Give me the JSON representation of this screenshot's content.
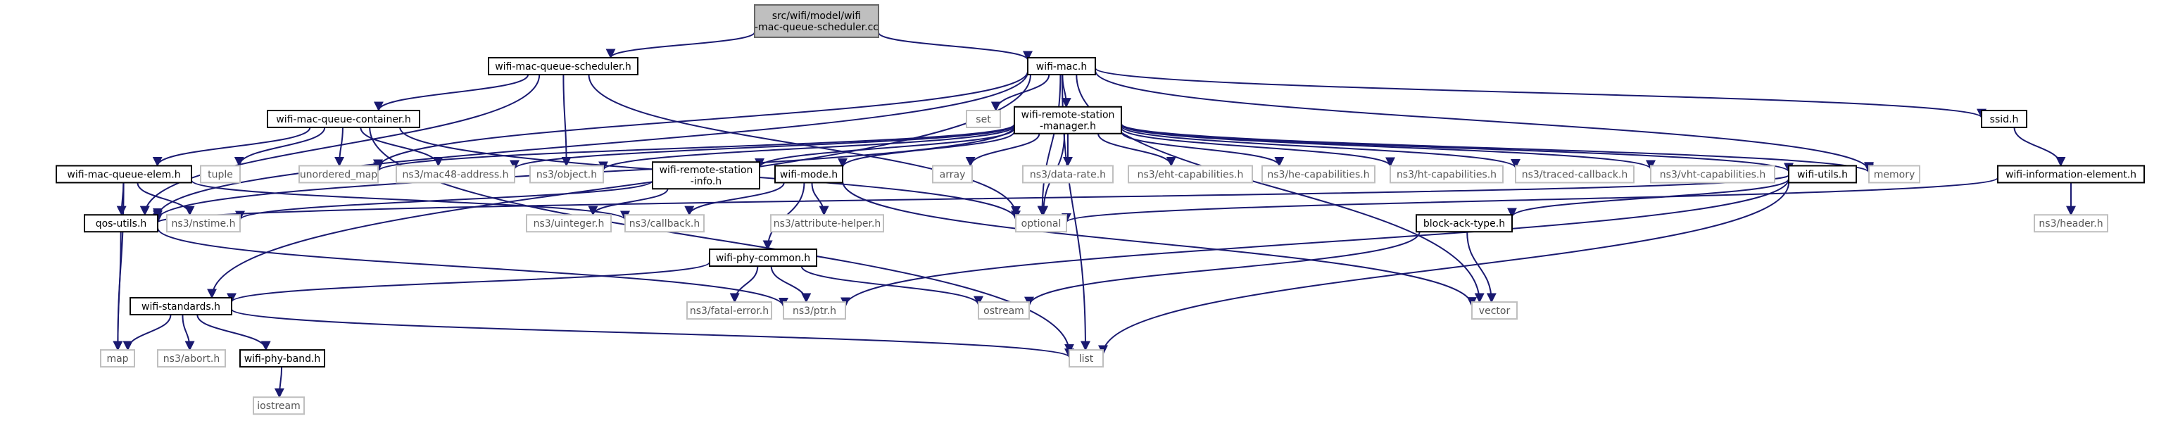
{
  "graph": {
    "edge_color": "#191970",
    "root_fill": "#bfbfbf",
    "system_border": "#bfbfbf",
    "nodes": [
      {
        "id": "root",
        "lines": [
          "src/wifi/model/wifi",
          "-mac-queue-scheduler.cc"
        ],
        "kind": "root"
      },
      {
        "id": "sched",
        "lines": [
          "wifi-mac-queue-scheduler.h"
        ],
        "kind": "header"
      },
      {
        "id": "wmac",
        "lines": [
          "wifi-mac.h"
        ],
        "kind": "header"
      },
      {
        "id": "cont",
        "lines": [
          "wifi-mac-queue-container.h"
        ],
        "kind": "header"
      },
      {
        "id": "set",
        "lines": [
          "set"
        ],
        "kind": "system"
      },
      {
        "id": "rsm",
        "lines": [
          "wifi-remote-station",
          "-manager.h"
        ],
        "kind": "header"
      },
      {
        "id": "ssid",
        "lines": [
          "ssid.h"
        ],
        "kind": "header"
      },
      {
        "id": "elem",
        "lines": [
          "wifi-mac-queue-elem.h"
        ],
        "kind": "header"
      },
      {
        "id": "tuple",
        "lines": [
          "tuple"
        ],
        "kind": "system"
      },
      {
        "id": "umap",
        "lines": [
          "unordered_map"
        ],
        "kind": "system"
      },
      {
        "id": "mac48",
        "lines": [
          "ns3/mac48-address.h"
        ],
        "kind": "system"
      },
      {
        "id": "object",
        "lines": [
          "ns3/object.h"
        ],
        "kind": "system"
      },
      {
        "id": "rsi",
        "lines": [
          "wifi-remote-station",
          "-info.h"
        ],
        "kind": "header"
      },
      {
        "id": "mode",
        "lines": [
          "wifi-mode.h"
        ],
        "kind": "header"
      },
      {
        "id": "array",
        "lines": [
          "array"
        ],
        "kind": "system"
      },
      {
        "id": "drate",
        "lines": [
          "ns3/data-rate.h"
        ],
        "kind": "system"
      },
      {
        "id": "ehtcap",
        "lines": [
          "ns3/eht-capabilities.h"
        ],
        "kind": "system"
      },
      {
        "id": "hecap",
        "lines": [
          "ns3/he-capabilities.h"
        ],
        "kind": "system"
      },
      {
        "id": "htcap",
        "lines": [
          "ns3/ht-capabilities.h"
        ],
        "kind": "system"
      },
      {
        "id": "tcb",
        "lines": [
          "ns3/traced-callback.h"
        ],
        "kind": "system"
      },
      {
        "id": "vhtcap",
        "lines": [
          "ns3/vht-capabilities.h"
        ],
        "kind": "system"
      },
      {
        "id": "utils",
        "lines": [
          "wifi-utils.h"
        ],
        "kind": "header"
      },
      {
        "id": "memory",
        "lines": [
          "memory"
        ],
        "kind": "system"
      },
      {
        "id": "infoel",
        "lines": [
          "wifi-information-element.h"
        ],
        "kind": "header"
      },
      {
        "id": "qos",
        "lines": [
          "qos-utils.h"
        ],
        "kind": "header"
      },
      {
        "id": "nstime",
        "lines": [
          "ns3/nstime.h"
        ],
        "kind": "system"
      },
      {
        "id": "uint",
        "lines": [
          "ns3/uinteger.h"
        ],
        "kind": "system"
      },
      {
        "id": "cb",
        "lines": [
          "ns3/callback.h"
        ],
        "kind": "system"
      },
      {
        "id": "attr",
        "lines": [
          "ns3/attribute-helper.h"
        ],
        "kind": "system"
      },
      {
        "id": "optional",
        "lines": [
          "optional"
        ],
        "kind": "system"
      },
      {
        "id": "bat",
        "lines": [
          "block-ack-type.h"
        ],
        "kind": "header"
      },
      {
        "id": "nshdr",
        "lines": [
          "ns3/header.h"
        ],
        "kind": "system"
      },
      {
        "id": "phyc",
        "lines": [
          "wifi-phy-common.h"
        ],
        "kind": "header"
      },
      {
        "id": "std",
        "lines": [
          "wifi-standards.h"
        ],
        "kind": "header"
      },
      {
        "id": "fatal",
        "lines": [
          "ns3/fatal-error.h"
        ],
        "kind": "system"
      },
      {
        "id": "ptr",
        "lines": [
          "ns3/ptr.h"
        ],
        "kind": "system"
      },
      {
        "id": "ostream",
        "lines": [
          "ostream"
        ],
        "kind": "system"
      },
      {
        "id": "vector",
        "lines": [
          "vector"
        ],
        "kind": "system"
      },
      {
        "id": "map",
        "lines": [
          "map"
        ],
        "kind": "system"
      },
      {
        "id": "abort",
        "lines": [
          "ns3/abort.h"
        ],
        "kind": "system"
      },
      {
        "id": "band",
        "lines": [
          "wifi-phy-band.h"
        ],
        "kind": "header"
      },
      {
        "id": "list",
        "lines": [
          "list"
        ],
        "kind": "system"
      },
      {
        "id": "iostream",
        "lines": [
          "iostream"
        ],
        "kind": "system"
      }
    ],
    "edges": [
      [
        "root",
        "sched"
      ],
      [
        "root",
        "wmac"
      ],
      [
        "sched",
        "cont"
      ],
      [
        "sched",
        "object"
      ],
      [
        "sched",
        "optional"
      ],
      [
        "sched",
        "qos"
      ],
      [
        "wmac",
        "set"
      ],
      [
        "wmac",
        "rsm"
      ],
      [
        "wmac",
        "ssid"
      ],
      [
        "wmac",
        "umap"
      ],
      [
        "wmac",
        "memory"
      ],
      [
        "wmac",
        "optional"
      ],
      [
        "wmac",
        "vector"
      ],
      [
        "wmac",
        "list"
      ],
      [
        "wmac",
        "qos"
      ],
      [
        "wmac",
        "std"
      ],
      [
        "cont",
        "elem"
      ],
      [
        "cont",
        "tuple"
      ],
      [
        "cont",
        "umap"
      ],
      [
        "cont",
        "mac48"
      ],
      [
        "cont",
        "optional"
      ],
      [
        "cont",
        "list"
      ],
      [
        "rsm",
        "umap"
      ],
      [
        "rsm",
        "mac48"
      ],
      [
        "rsm",
        "object"
      ],
      [
        "rsm",
        "rsi"
      ],
      [
        "rsm",
        "mode"
      ],
      [
        "rsm",
        "array"
      ],
      [
        "rsm",
        "drate"
      ],
      [
        "rsm",
        "ehtcap"
      ],
      [
        "rsm",
        "hecap"
      ],
      [
        "rsm",
        "htcap"
      ],
      [
        "rsm",
        "tcb"
      ],
      [
        "rsm",
        "vhtcap"
      ],
      [
        "rsm",
        "utils"
      ],
      [
        "rsm",
        "memory"
      ],
      [
        "rsm",
        "optional"
      ],
      [
        "rsm",
        "qos"
      ],
      [
        "ssid",
        "infoel"
      ],
      [
        "elem",
        "qos"
      ],
      [
        "elem",
        "nstime"
      ],
      [
        "elem",
        "cb"
      ],
      [
        "elem",
        "map"
      ],
      [
        "rsi",
        "nstime"
      ],
      [
        "rsi",
        "uint"
      ],
      [
        "mode",
        "cb"
      ],
      [
        "mode",
        "attr"
      ],
      [
        "mode",
        "phyc"
      ],
      [
        "mode",
        "vector"
      ],
      [
        "utils",
        "bat"
      ],
      [
        "utils",
        "qos"
      ],
      [
        "utils",
        "ptr"
      ],
      [
        "utils",
        "list"
      ],
      [
        "infoel",
        "optional"
      ],
      [
        "infoel",
        "nshdr"
      ],
      [
        "qos",
        "ptr"
      ],
      [
        "qos",
        "map"
      ],
      [
        "bat",
        "ostream"
      ],
      [
        "bat",
        "vector"
      ],
      [
        "phyc",
        "fatal"
      ],
      [
        "phyc",
        "ptr"
      ],
      [
        "phyc",
        "ostream"
      ],
      [
        "phyc",
        "std"
      ],
      [
        "std",
        "map"
      ],
      [
        "std",
        "abort"
      ],
      [
        "std",
        "band"
      ],
      [
        "std",
        "list"
      ],
      [
        "band",
        "iostream"
      ]
    ]
  }
}
